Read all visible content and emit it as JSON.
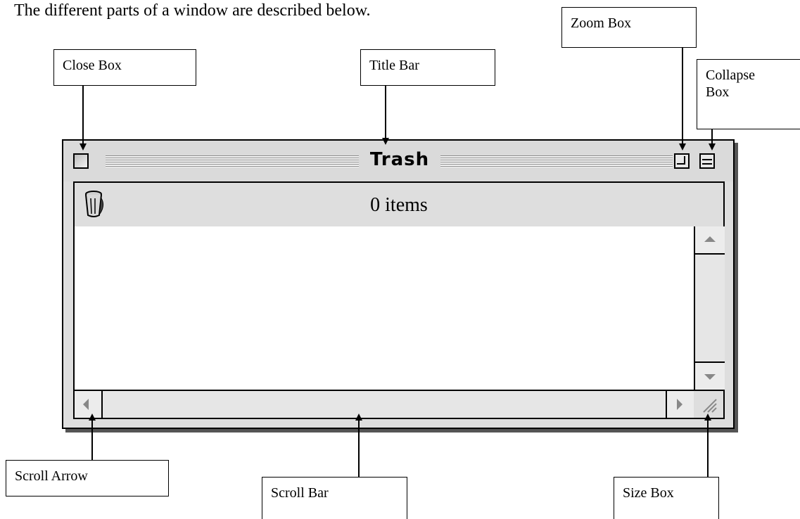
{
  "intro_text": "The different parts of a window are described below.",
  "callouts": {
    "close_box": "Close Box",
    "title_bar": "Title Bar",
    "zoom_box": "Zoom Box",
    "collapse_box_line1": "Collapse",
    "collapse_box_line2": "Box",
    "scroll_arrow": "Scroll Arrow",
    "scroll_bar": "Scroll Bar",
    "size_box": "Size Box"
  },
  "window": {
    "title": "Trash",
    "item_count": "0 items",
    "icons": [
      "close-box",
      "zoom-box",
      "collapse-box",
      "trash-icon",
      "scroll-up-arrow",
      "scroll-down-arrow",
      "scroll-left-arrow",
      "scroll-right-arrow",
      "size-box"
    ]
  }
}
